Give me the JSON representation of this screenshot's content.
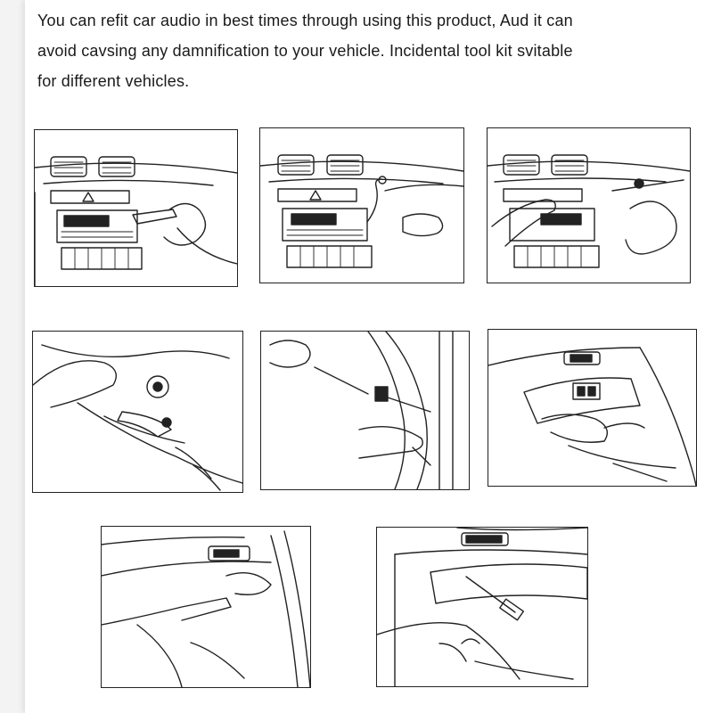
{
  "intro": {
    "lines": [
      "You can refit car audio in best times through using this product, Aud it can",
      "avoid cavsing any damnification to your vehicle. Incidental tool kit svitable",
      "for different vehicles."
    ]
  },
  "illustrations": [
    {
      "icon": "dashboard-radio-tool-illustration"
    },
    {
      "icon": "dashboard-radio-hook-illustration"
    },
    {
      "icon": "dashboard-trim-pry-illustration"
    },
    {
      "icon": "console-trim-pry-illustration"
    },
    {
      "icon": "door-seal-pry-illustration"
    },
    {
      "icon": "door-switch-panel-pry-illustration"
    },
    {
      "icon": "door-armrest-pry-illustration"
    },
    {
      "icon": "door-panel-removal-illustration"
    }
  ]
}
